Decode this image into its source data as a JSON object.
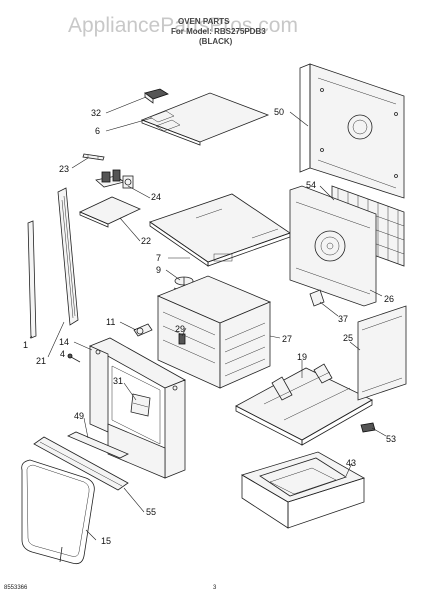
{
  "watermark": "AppliancePartsPros.com",
  "header": {
    "title": "OVEN PARTS",
    "subtitle": "For Model: RBS275PDB3",
    "variant": "(BLACK)"
  },
  "footer": {
    "left_code": "8553366",
    "page_number": "3"
  },
  "callouts": [
    "1",
    "4",
    "6",
    "7",
    "9",
    "11",
    "14",
    "15",
    "19",
    "21",
    "22",
    "23",
    "24",
    "25",
    "26",
    "27",
    "29",
    "31",
    "32",
    "37",
    "43",
    "49",
    "50",
    "53",
    "54",
    "55"
  ]
}
